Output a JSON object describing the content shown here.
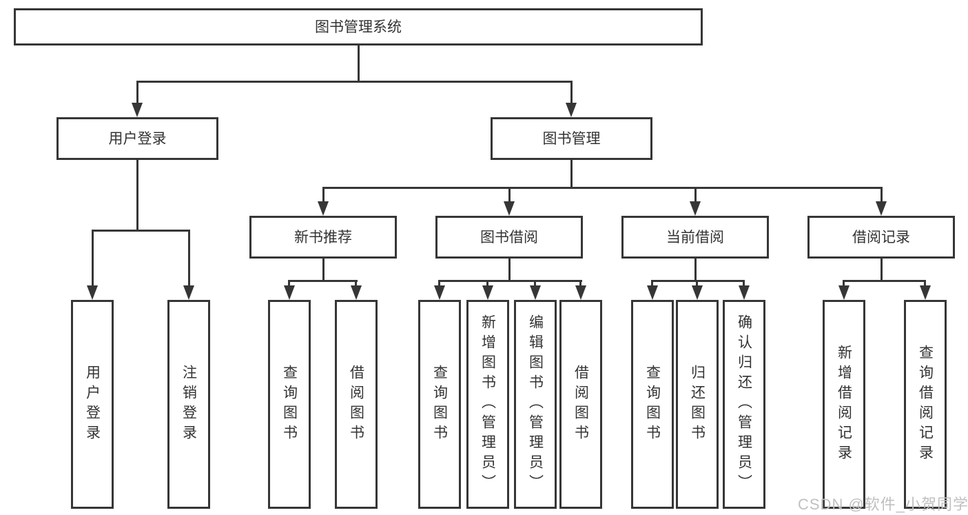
{
  "tree": {
    "label": "图书管理系统",
    "children": [
      {
        "label": "用户登录",
        "children": [
          {
            "label": "用户登录"
          },
          {
            "label": "注销登录"
          }
        ]
      },
      {
        "label": "图书管理",
        "children": [
          {
            "label": "新书推荐",
            "children": [
              {
                "label": "查询图书"
              },
              {
                "label": "借阅图书"
              }
            ]
          },
          {
            "label": "图书借阅",
            "children": [
              {
                "label": "查询图书"
              },
              {
                "label": "新增图书（管理员）"
              },
              {
                "label": "编辑图书（管理员）"
              },
              {
                "label": "借阅图书"
              }
            ]
          },
          {
            "label": "当前借阅",
            "children": [
              {
                "label": "查询图书"
              },
              {
                "label": "归还图书"
              },
              {
                "label": "确认归还（管理员）"
              }
            ]
          },
          {
            "label": "借阅记录",
            "children": [
              {
                "label": "新增借阅记录"
              },
              {
                "label": "查询借阅记录"
              }
            ]
          }
        ]
      }
    ]
  },
  "watermark": {
    "text": "CSDN @软件_小贺同学"
  },
  "colors": {
    "line": "#363636",
    "text": "#333333",
    "watermark": "#c0c0c0",
    "background": "#ffffff"
  }
}
